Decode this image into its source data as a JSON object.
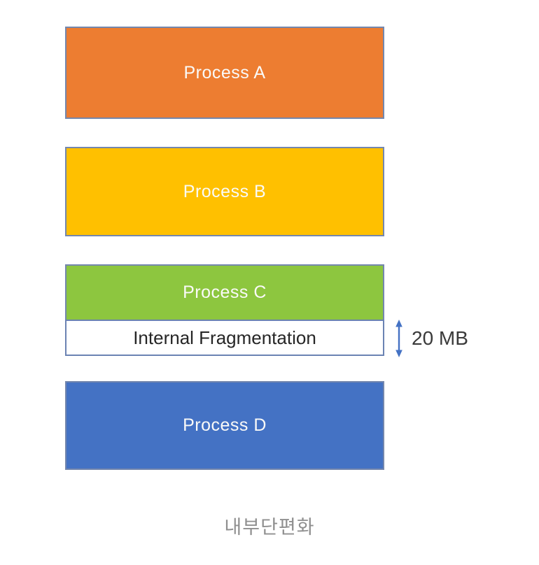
{
  "diagram": {
    "title_caption": "내부단편화",
    "blocks": [
      {
        "id": "process-a",
        "label": "Process A",
        "fill": "#ED7D31"
      },
      {
        "id": "process-b",
        "label": "Process B",
        "fill": "#FFC000"
      },
      {
        "id": "process-c",
        "label": "Process C",
        "fill": "#8DC63F"
      },
      {
        "id": "process-d",
        "label": "Process D",
        "fill": "#4472C4"
      }
    ],
    "fragment": {
      "label": "Internal Fragmentation",
      "fill": "#FFFFFF"
    },
    "annotation": {
      "label": "20 MB",
      "arrow_color": "#4472C4"
    },
    "colors": {
      "block_border": "#7487AD",
      "fragment_border": "#6B83B3",
      "block_text": "#FAFAF8",
      "fragment_text": "#262626",
      "annotation_text": "#3A3A3A",
      "caption_text": "#8F8F8F",
      "background": "#FFFFFF"
    }
  }
}
